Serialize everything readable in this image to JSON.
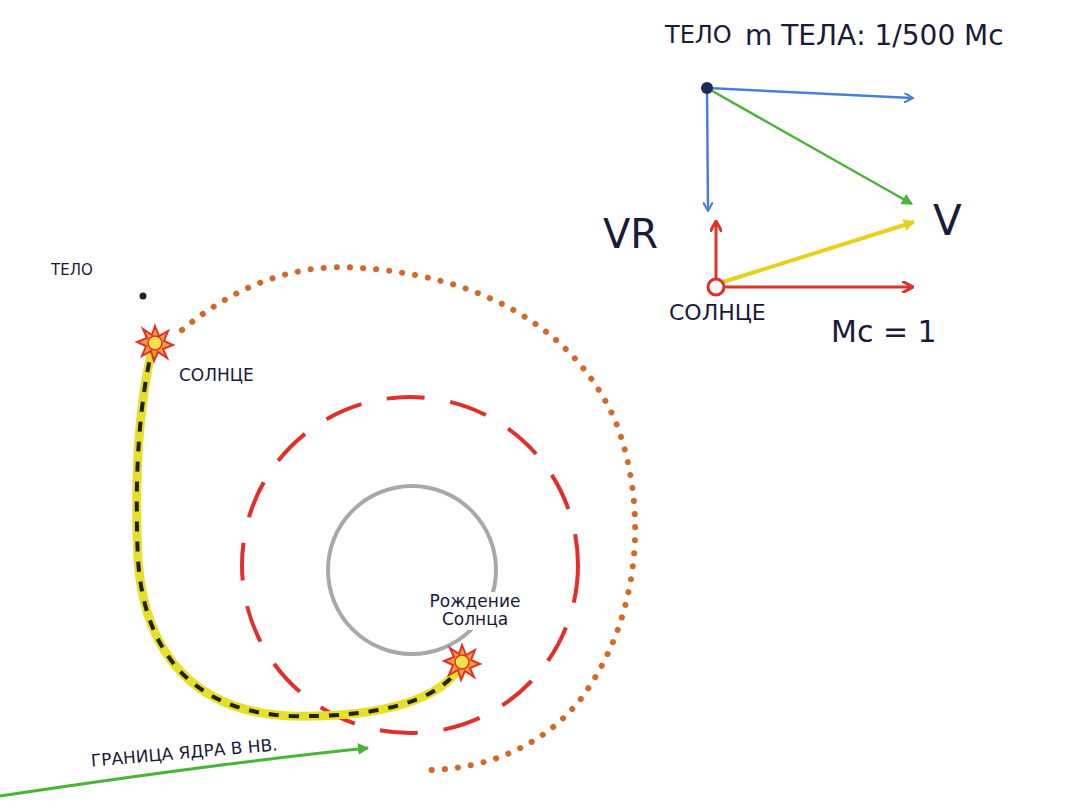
{
  "diagram": {
    "labels": [
      "ТЕЛО",
      "m ТЕЛА: 1/500 Мс",
      "VR",
      "V",
      "СОЛНЦЕ",
      "Мс = 1",
      "ТЕЛО",
      "СОЛНЦЕ",
      "Рождение Солнца",
      "ГРАНИЦА ЯДРА В НВ."
    ]
  }
}
